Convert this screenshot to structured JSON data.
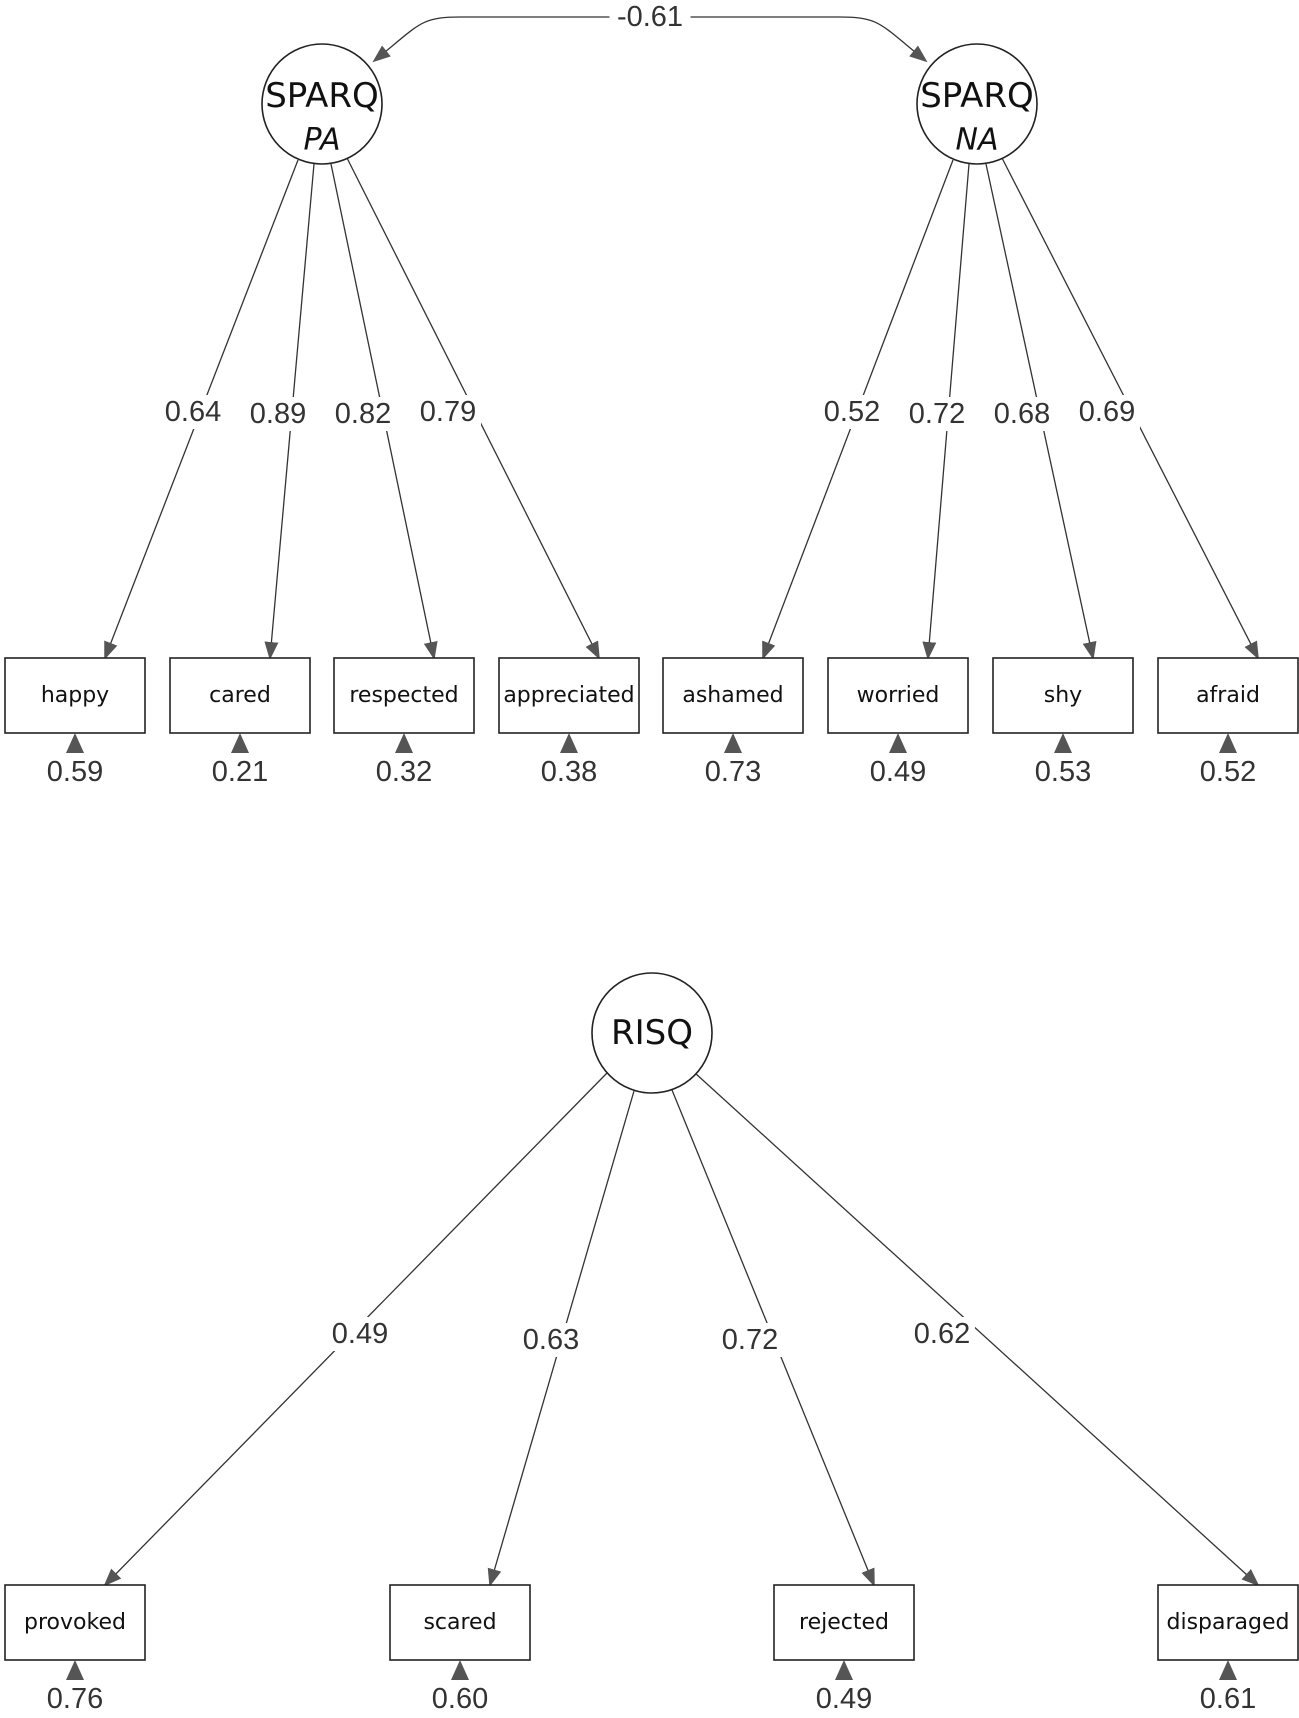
{
  "latents": [
    {
      "id": "spa",
      "name": "SPARQ",
      "sub": "PA"
    },
    {
      "id": "sna",
      "name": "SPARQ",
      "sub": "NA"
    },
    {
      "id": "risq",
      "name": "RISQ",
      "sub": ""
    }
  ],
  "indicators": [
    {
      "id": "happy",
      "label": "happy",
      "residual": "0.59"
    },
    {
      "id": "cared",
      "label": "cared",
      "residual": "0.21"
    },
    {
      "id": "respected",
      "label": "respected",
      "residual": "0.32"
    },
    {
      "id": "appreciated",
      "label": "appreciated",
      "residual": "0.38"
    },
    {
      "id": "ashamed",
      "label": "ashamed",
      "residual": "0.73"
    },
    {
      "id": "worried",
      "label": "worried",
      "residual": "0.49"
    },
    {
      "id": "shy",
      "label": "shy",
      "residual": "0.53"
    },
    {
      "id": "afraid",
      "label": "afraid",
      "residual": "0.52"
    },
    {
      "id": "provoked",
      "label": "provoked",
      "residual": "0.76"
    },
    {
      "id": "scared",
      "label": "scared",
      "residual": "0.60"
    },
    {
      "id": "rejected",
      "label": "rejected",
      "residual": "0.49"
    },
    {
      "id": "disparaged",
      "label": "disparaged",
      "residual": "0.61"
    }
  ],
  "loadings": [
    {
      "from": "spa",
      "to": "happy",
      "value": "0.64"
    },
    {
      "from": "spa",
      "to": "cared",
      "value": "0.89"
    },
    {
      "from": "spa",
      "to": "respected",
      "value": "0.82"
    },
    {
      "from": "spa",
      "to": "appreciated",
      "value": "0.79"
    },
    {
      "from": "sna",
      "to": "ashamed",
      "value": "0.52"
    },
    {
      "from": "sna",
      "to": "worried",
      "value": "0.72"
    },
    {
      "from": "sna",
      "to": "shy",
      "value": "0.68"
    },
    {
      "from": "sna",
      "to": "afraid",
      "value": "0.69"
    },
    {
      "from": "risq",
      "to": "provoked",
      "value": "0.49"
    },
    {
      "from": "risq",
      "to": "scared",
      "value": "0.63"
    },
    {
      "from": "risq",
      "to": "rejected",
      "value": "0.72"
    },
    {
      "from": "risq",
      "to": "disparaged",
      "value": "0.62"
    }
  ],
  "covariances": [
    {
      "from": "spa",
      "to": "sna",
      "value": "-0.61"
    }
  ]
}
